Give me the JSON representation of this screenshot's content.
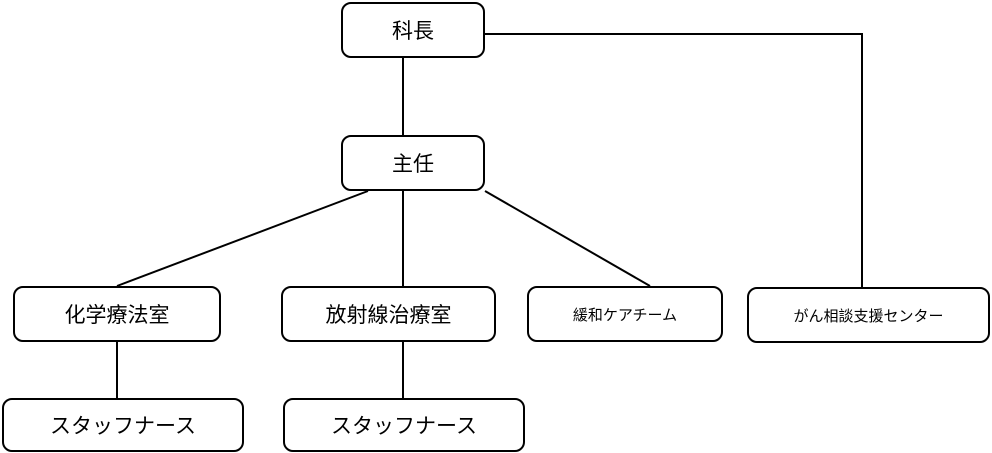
{
  "org_chart": {
    "head": "科長",
    "chief": "主任",
    "departments": {
      "chemotherapy": "化学療法室",
      "radiotherapy": "放射線治療室",
      "palliative_care": "緩和ケアチーム",
      "cancer_support": "がん相談支援センター"
    },
    "staff": {
      "chemotherapy_staff": "スタッフナース",
      "radiotherapy_staff": "スタッフナース"
    }
  },
  "colors": {
    "line": "#000000",
    "box_border": "#000000",
    "background": "#ffffff"
  }
}
